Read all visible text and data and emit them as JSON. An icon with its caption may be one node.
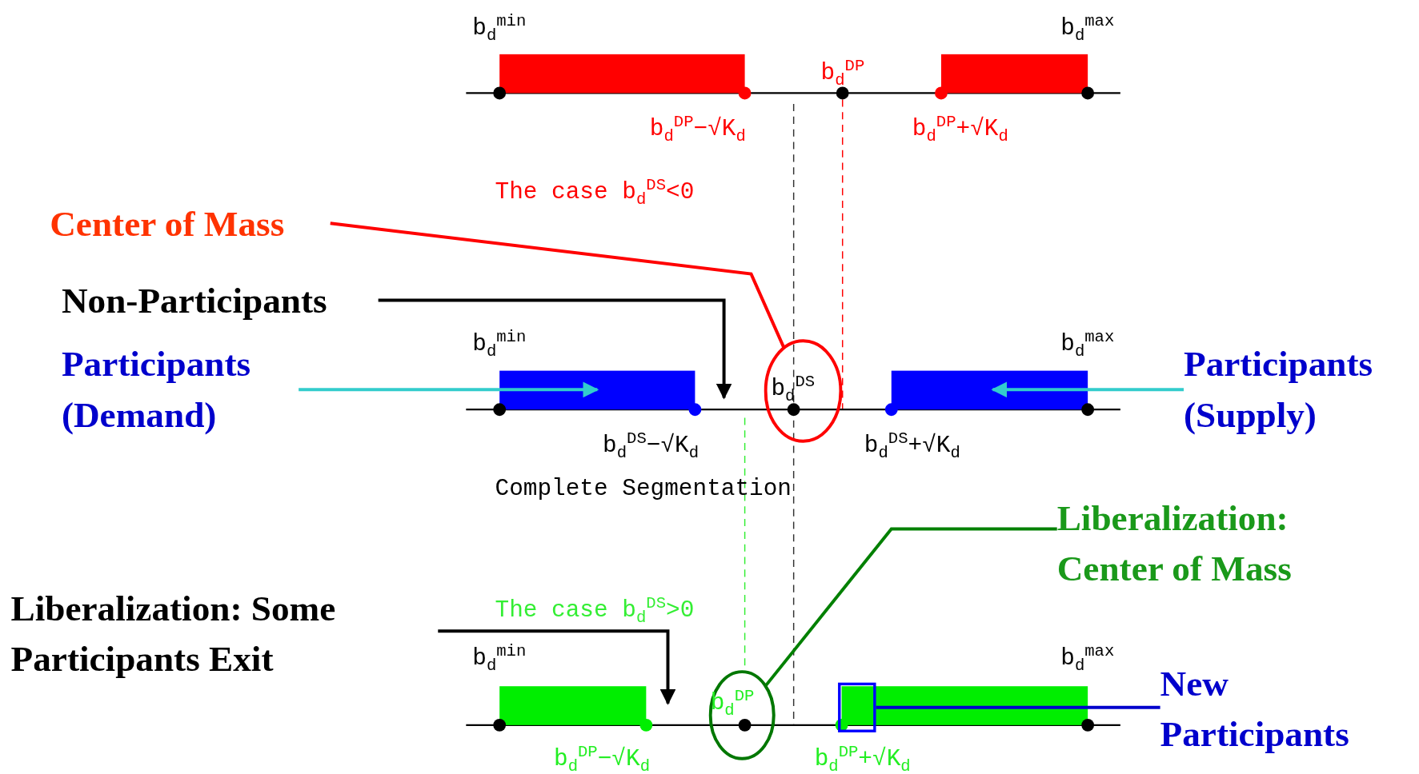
{
  "diagram": {
    "nodes": [
      {
        "text": [
          "Center of Mass"
        ]
      },
      {
        "text": [
          "Non-Participants"
        ]
      },
      {
        "text": [
          "Participants (Demand)"
        ]
      },
      {
        "text": [
          "b$_{d}$$^{DS}$"
        ]
      },
      {
        "text": [
          "Participants (Supply)"
        ]
      },
      {
        "text": [
          "Liberalization: Center of Mass"
        ]
      },
      {
        "text": [
          "Liberalization: Some Participants Exit"
        ]
      },
      {
        "text": [
          "b$_{d}$$^{DP}$"
        ]
      },
      {
        "text": [
          "New Participants"
        ]
      },
      {
        "text": [],
        "shape": "box"
      }
    ],
    "edges": [
      {
        "from": 0,
        "to": 3,
        "arrow": "none",
        "color": "#ff0000"
      },
      {
        "from": 1,
        "to": null,
        "arrow": "to"
      },
      {
        "from": 2,
        "to": null,
        "arrow": "to",
        "color": "#33cccc"
      },
      {
        "from": 4,
        "to": null,
        "arrow": "to",
        "color": "#33cccc"
      },
      {
        "from": 5,
        "to": 7,
        "arrow": "none",
        "color": "#008000"
      },
      {
        "from": 6,
        "to": null,
        "arrow": "to"
      },
      {
        "from": 8,
        "to": 9,
        "arrow": "none",
        "color": "#0000cc"
      }
    ],
    "labels": [
      "b$_{d}$$^{min}$",
      "b$_{d}$$^{max}$",
      "b$_{d}$$^{DP}$",
      "b$_{d}$$^{DP}$−√K$_{d}$",
      "b$_{d}$$^{DP}$+√K$_{d}$",
      "The case b$_{d}$$^{DS}$<0",
      "b$_{d}$$^{min}$",
      "b$_{d}$$^{max}$",
      "b$_{d}$$^{DS}$−√K$_{d}$",
      "b$_{d}$$^{DS}$+√K$_{d}$",
      "Complete Segmentation",
      "The case b$_{d}$$^{DS}$>0",
      "b$_{d}$$^{min}$",
      "b$_{d}$$^{max}$",
      "b$_{d}$$^{DP}$−√K$_{d}$",
      "b$_{d}$$^{DP}$+√K$_{d}$"
    ]
  }
}
